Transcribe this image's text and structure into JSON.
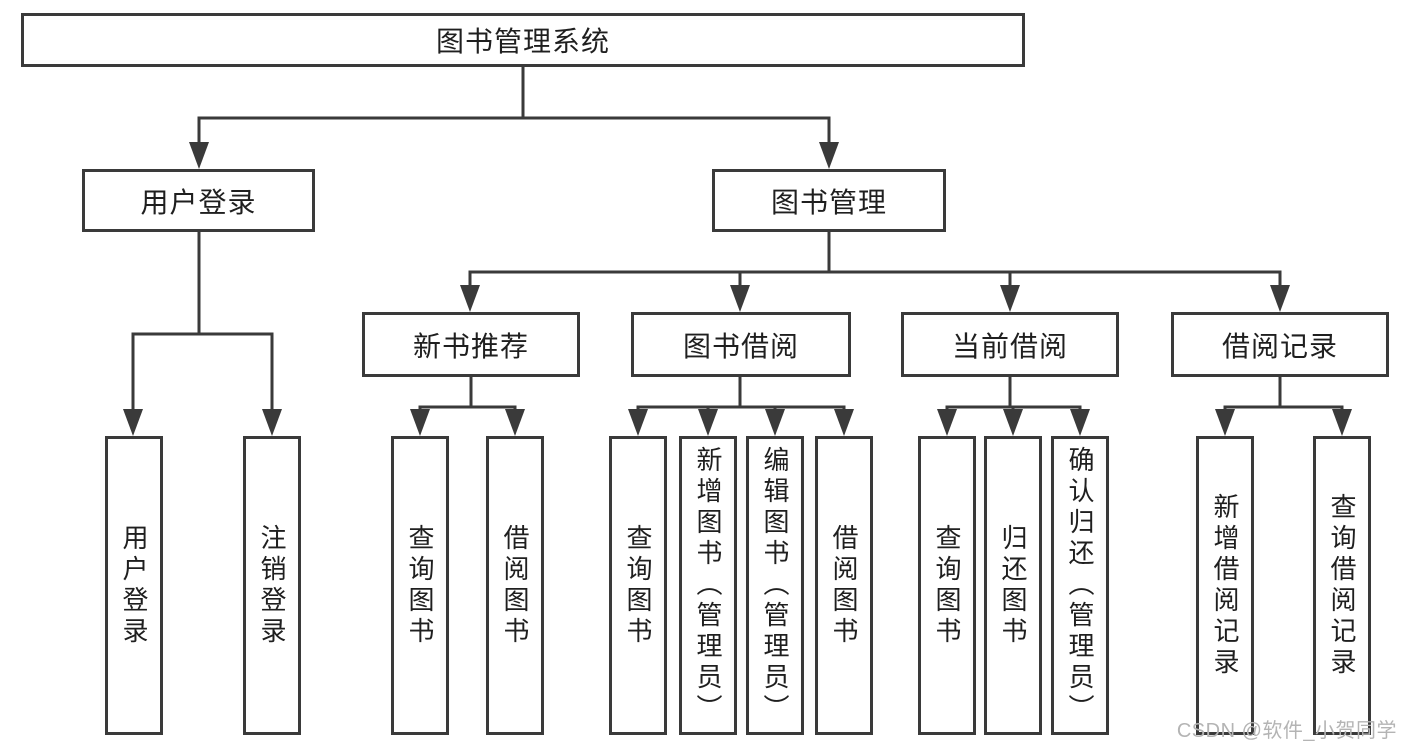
{
  "nodes": {
    "root": "图书管理系统",
    "level2": {
      "user_login": "用户登录",
      "book_management": "图书管理"
    },
    "level3": {
      "new_book_recommend": "新书推荐",
      "book_borrow": "图书借阅",
      "current_borrow": "当前借阅",
      "borrow_records": "借阅记录"
    },
    "leaves": {
      "user_login": "用户登录",
      "logout": "注销登录",
      "nb_query_books": "查询图书",
      "nb_borrow_books": "借阅图书",
      "bb_query_books": "查询图书",
      "bb_add_books_admin": "新增图书（管理员）",
      "bb_edit_books_admin": "编辑图书（管理员）",
      "bb_borrow_books": "借阅图书",
      "cb_query_books": "查询图书",
      "cb_return_books": "归还图书",
      "cb_confirm_return_admin": "确认归还（管理员）",
      "br_add_record": "新增借阅记录",
      "br_query_record": "查询借阅记录"
    }
  },
  "watermark": {
    "text": "CSDN @软件_小贺同学"
  },
  "colors": {
    "line": "#3a3a3a",
    "box_border": "#3a3a3a",
    "box_background": "#ffffff",
    "text": "#1f1f1f",
    "watermark_text": "#b4b4b4"
  }
}
